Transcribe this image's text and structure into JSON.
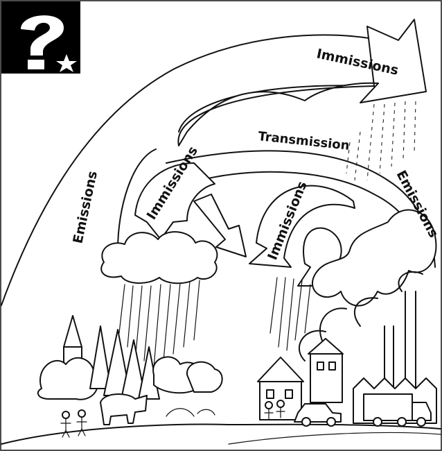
{
  "labels": {
    "immissions_top": "Immissions",
    "transmission": "Transmission",
    "emissions_left": "Emissions",
    "emissions_right": "Emissions",
    "immissions_left": "Immissions",
    "immissions_center": "Immissions"
  },
  "icons": {
    "corner_badge": "question-mark-star-icon"
  }
}
